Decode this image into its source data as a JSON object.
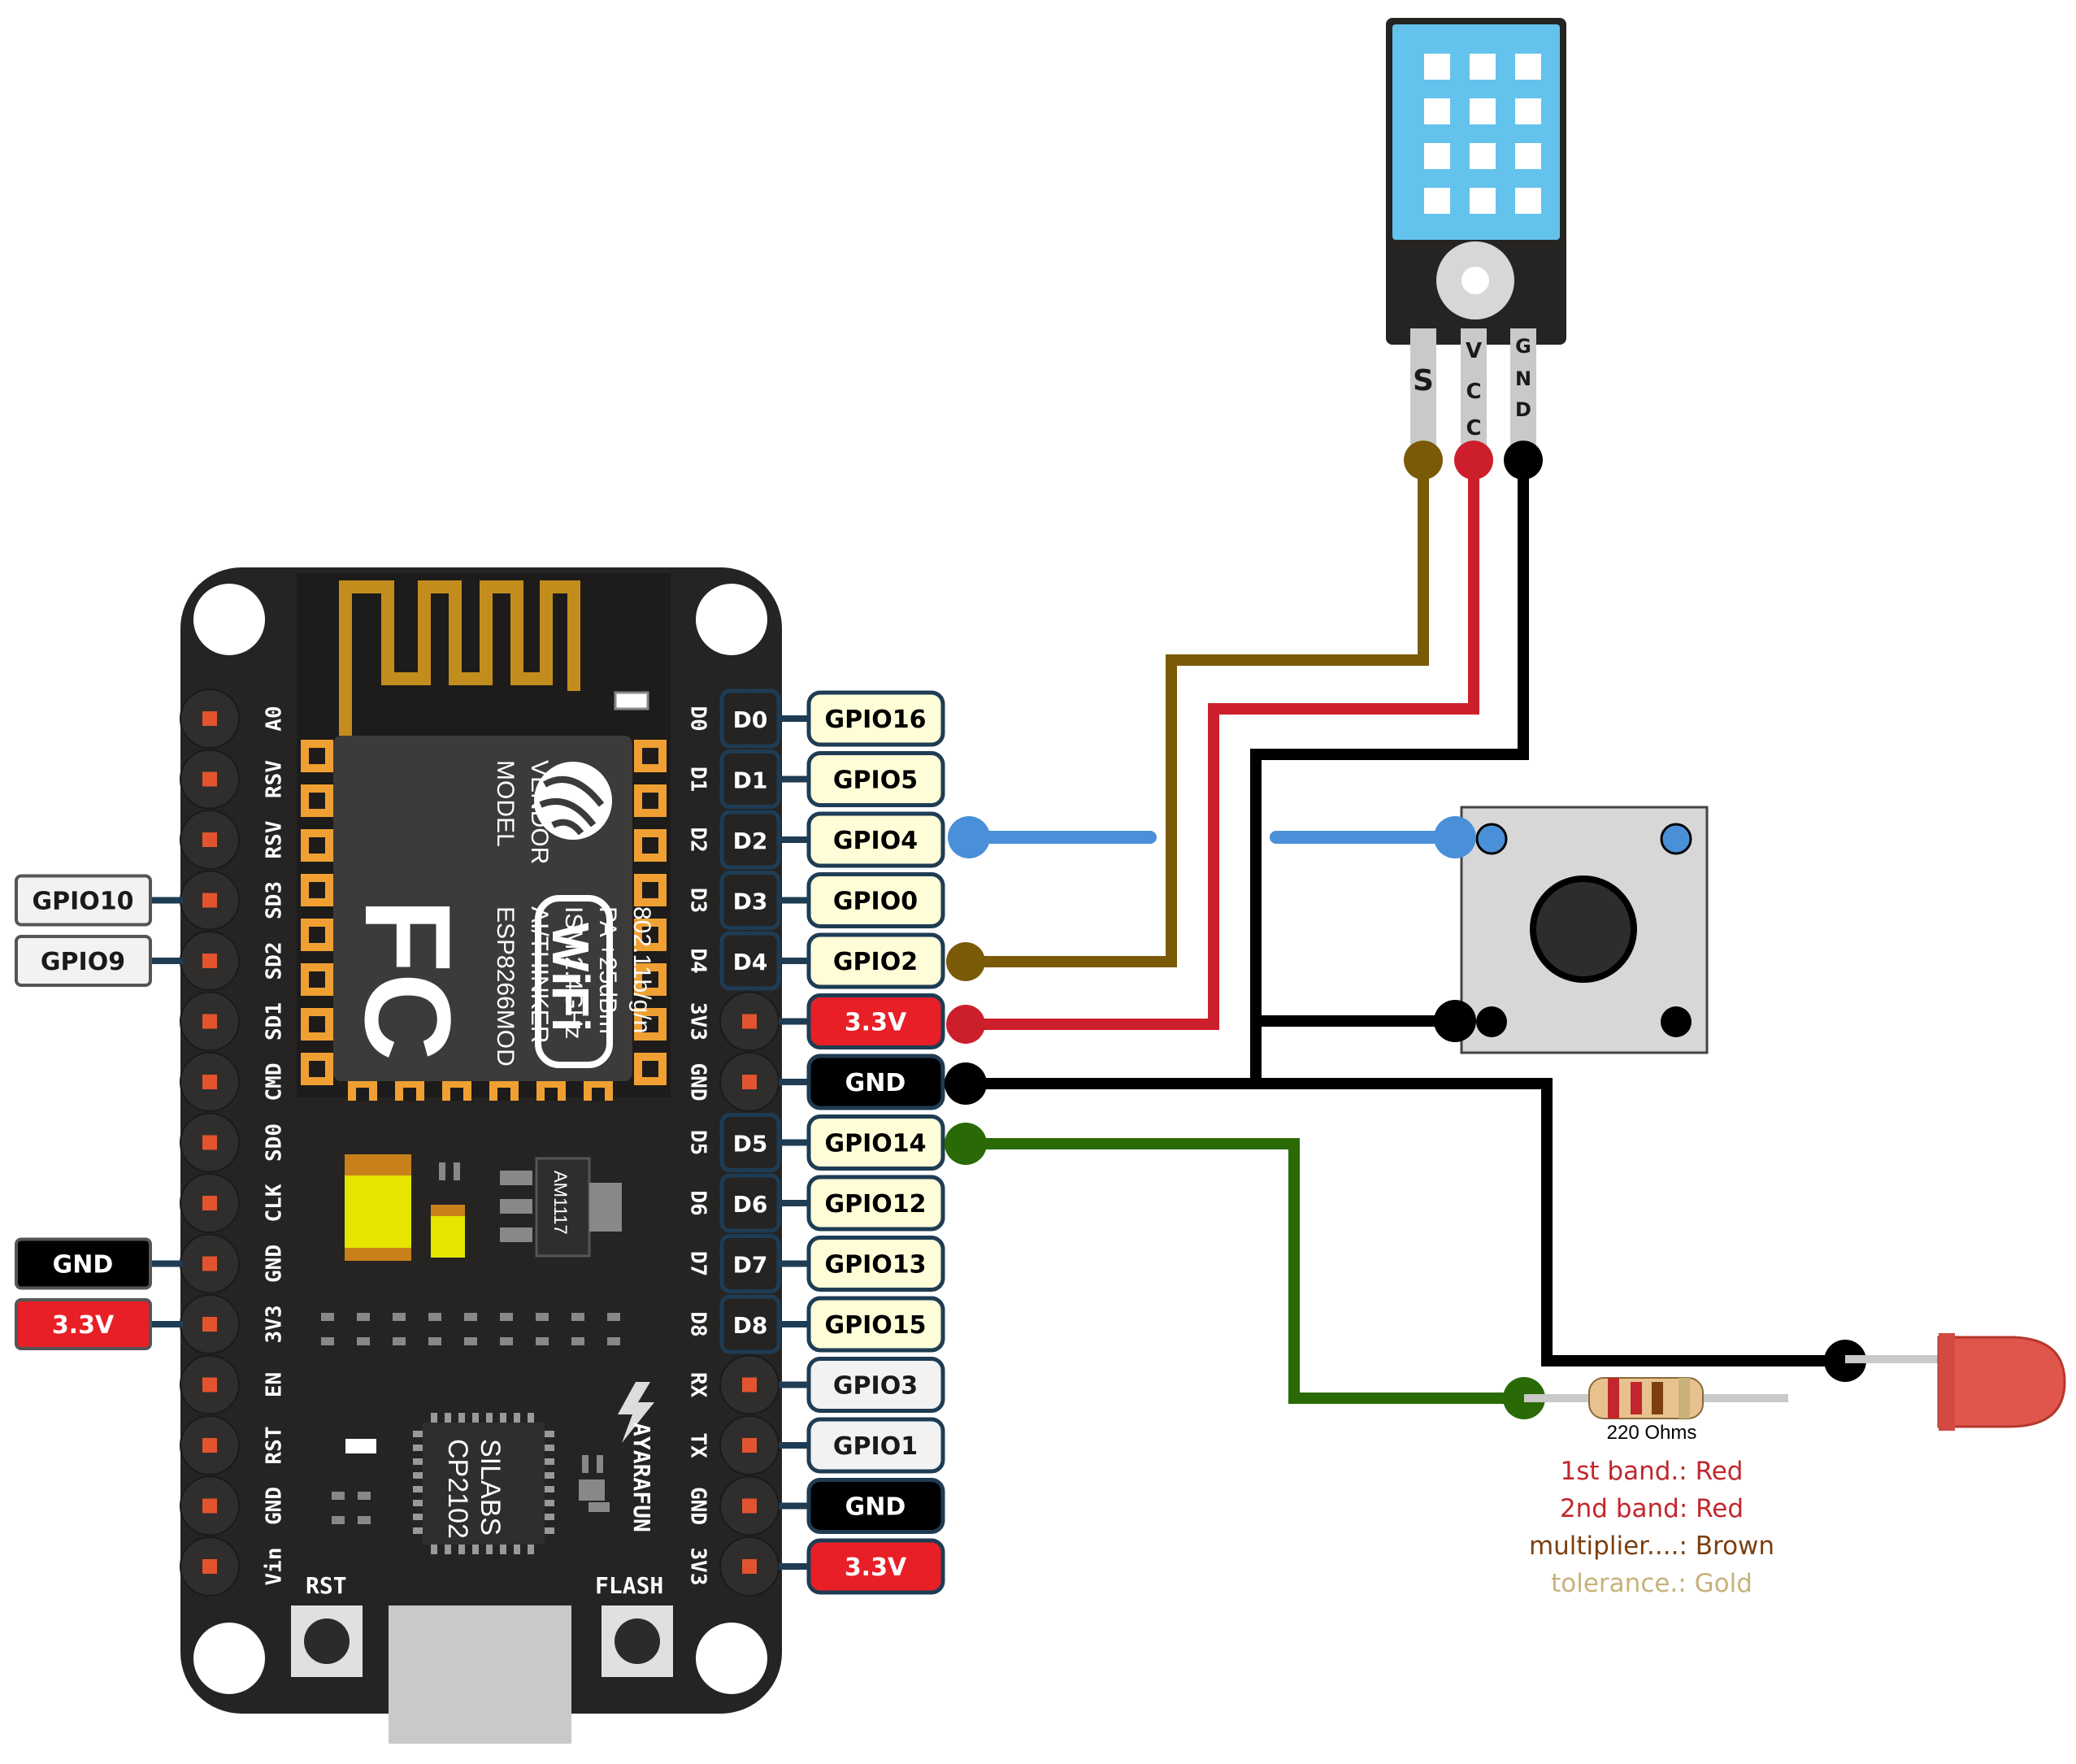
{
  "board": {
    "module_model": "MODEL",
    "module_vendor": "VENDOR",
    "module_line1": "ESP8266MOD",
    "module_line2": "AI/THINKER",
    "module_line3": "ISM 2.4GHz",
    "module_line4": "PA +25dBm",
    "module_line5": "802.11b/g/n",
    "fc_mark": "FC",
    "wifi_mark": "WiFi",
    "regulator": "AM1117",
    "usb_chip_line1": "SILABS",
    "usb_chip_line2": "CP2102",
    "maker": "AYARAFUN",
    "rst_label": "RST",
    "flash_label": "FLASH",
    "left_silk": [
      "A0",
      "RSV",
      "RSV",
      "SD3",
      "SD2",
      "SD1",
      "CMD",
      "SD0",
      "CLK",
      "GND",
      "3V3",
      "EN",
      "RST",
      "GND",
      "Vin"
    ],
    "right_silk": [
      "D0",
      "D1",
      "D2",
      "D3",
      "D4",
      "3V3",
      "GND",
      "D5",
      "D6",
      "D7",
      "D8",
      "RX",
      "TX",
      "GND",
      "3V3"
    ]
  },
  "left_labels": [
    {
      "row": 3,
      "text": "GPIO10",
      "style": "grey"
    },
    {
      "row": 4,
      "text": "GPIO9",
      "style": "grey"
    },
    {
      "row": 9,
      "text": "GND",
      "style": "black"
    },
    {
      "row": 10,
      "text": "3.3V",
      "style": "red"
    }
  ],
  "right_labels": [
    {
      "row": 0,
      "pin": "D0",
      "text": "GPIO16",
      "style": "yellow"
    },
    {
      "row": 1,
      "pin": "D1",
      "text": "GPIO5",
      "style": "yellow"
    },
    {
      "row": 2,
      "pin": "D2",
      "text": "GPIO4",
      "style": "yellow"
    },
    {
      "row": 3,
      "pin": "D3",
      "text": "GPIO0",
      "style": "yellow"
    },
    {
      "row": 4,
      "pin": "D4",
      "text": "GPIO2",
      "style": "yellow"
    },
    {
      "row": 5,
      "pin": "",
      "text": "3.3V",
      "style": "red"
    },
    {
      "row": 6,
      "pin": "",
      "text": "GND",
      "style": "black"
    },
    {
      "row": 7,
      "pin": "D5",
      "text": "GPIO14",
      "style": "yellow"
    },
    {
      "row": 8,
      "pin": "D6",
      "text": "GPIO12",
      "style": "yellow"
    },
    {
      "row": 9,
      "pin": "D7",
      "text": "GPIO13",
      "style": "yellow"
    },
    {
      "row": 10,
      "pin": "D8",
      "text": "GPIO15",
      "style": "yellow"
    },
    {
      "row": 11,
      "pin": "",
      "text": "GPIO3",
      "style": "grey"
    },
    {
      "row": 12,
      "pin": "",
      "text": "GPIO1",
      "style": "grey"
    },
    {
      "row": 13,
      "pin": "",
      "text": "GND",
      "style": "black"
    },
    {
      "row": 14,
      "pin": "",
      "text": "3.3V",
      "style": "red"
    }
  ],
  "sensor": {
    "pin_s": "S",
    "pin_vcc": [
      "V",
      "C",
      "C"
    ],
    "pin_gnd": [
      "G",
      "N",
      "D"
    ]
  },
  "resistor": {
    "value": "220 Ohms",
    "band1": "1st band.: Red",
    "band2": "2nd band: Red",
    "multiplier": "multiplier....: Brown",
    "tolerance": "tolerance.: Gold"
  },
  "colors": {
    "board": "#252422",
    "label_yellow": "#fffdd8",
    "label_red": "#e81f26",
    "label_black": "#000000",
    "label_grey": "#f2f2f2",
    "label_border": "#1e3c54",
    "wire_signal_sensor": "#7a5a06",
    "wire_vcc": "#cc1f2b",
    "wire_gnd": "#000000",
    "wire_button": "#4a90d9",
    "wire_led": "#2a6a06",
    "sensor_blue": "#63c3ec",
    "led_red": "#e0564c",
    "band1_color": "#c1272d",
    "band2_color": "#c1272d",
    "multiplier_color": "#7b3f10",
    "tolerance_color": "#c8b27a"
  }
}
